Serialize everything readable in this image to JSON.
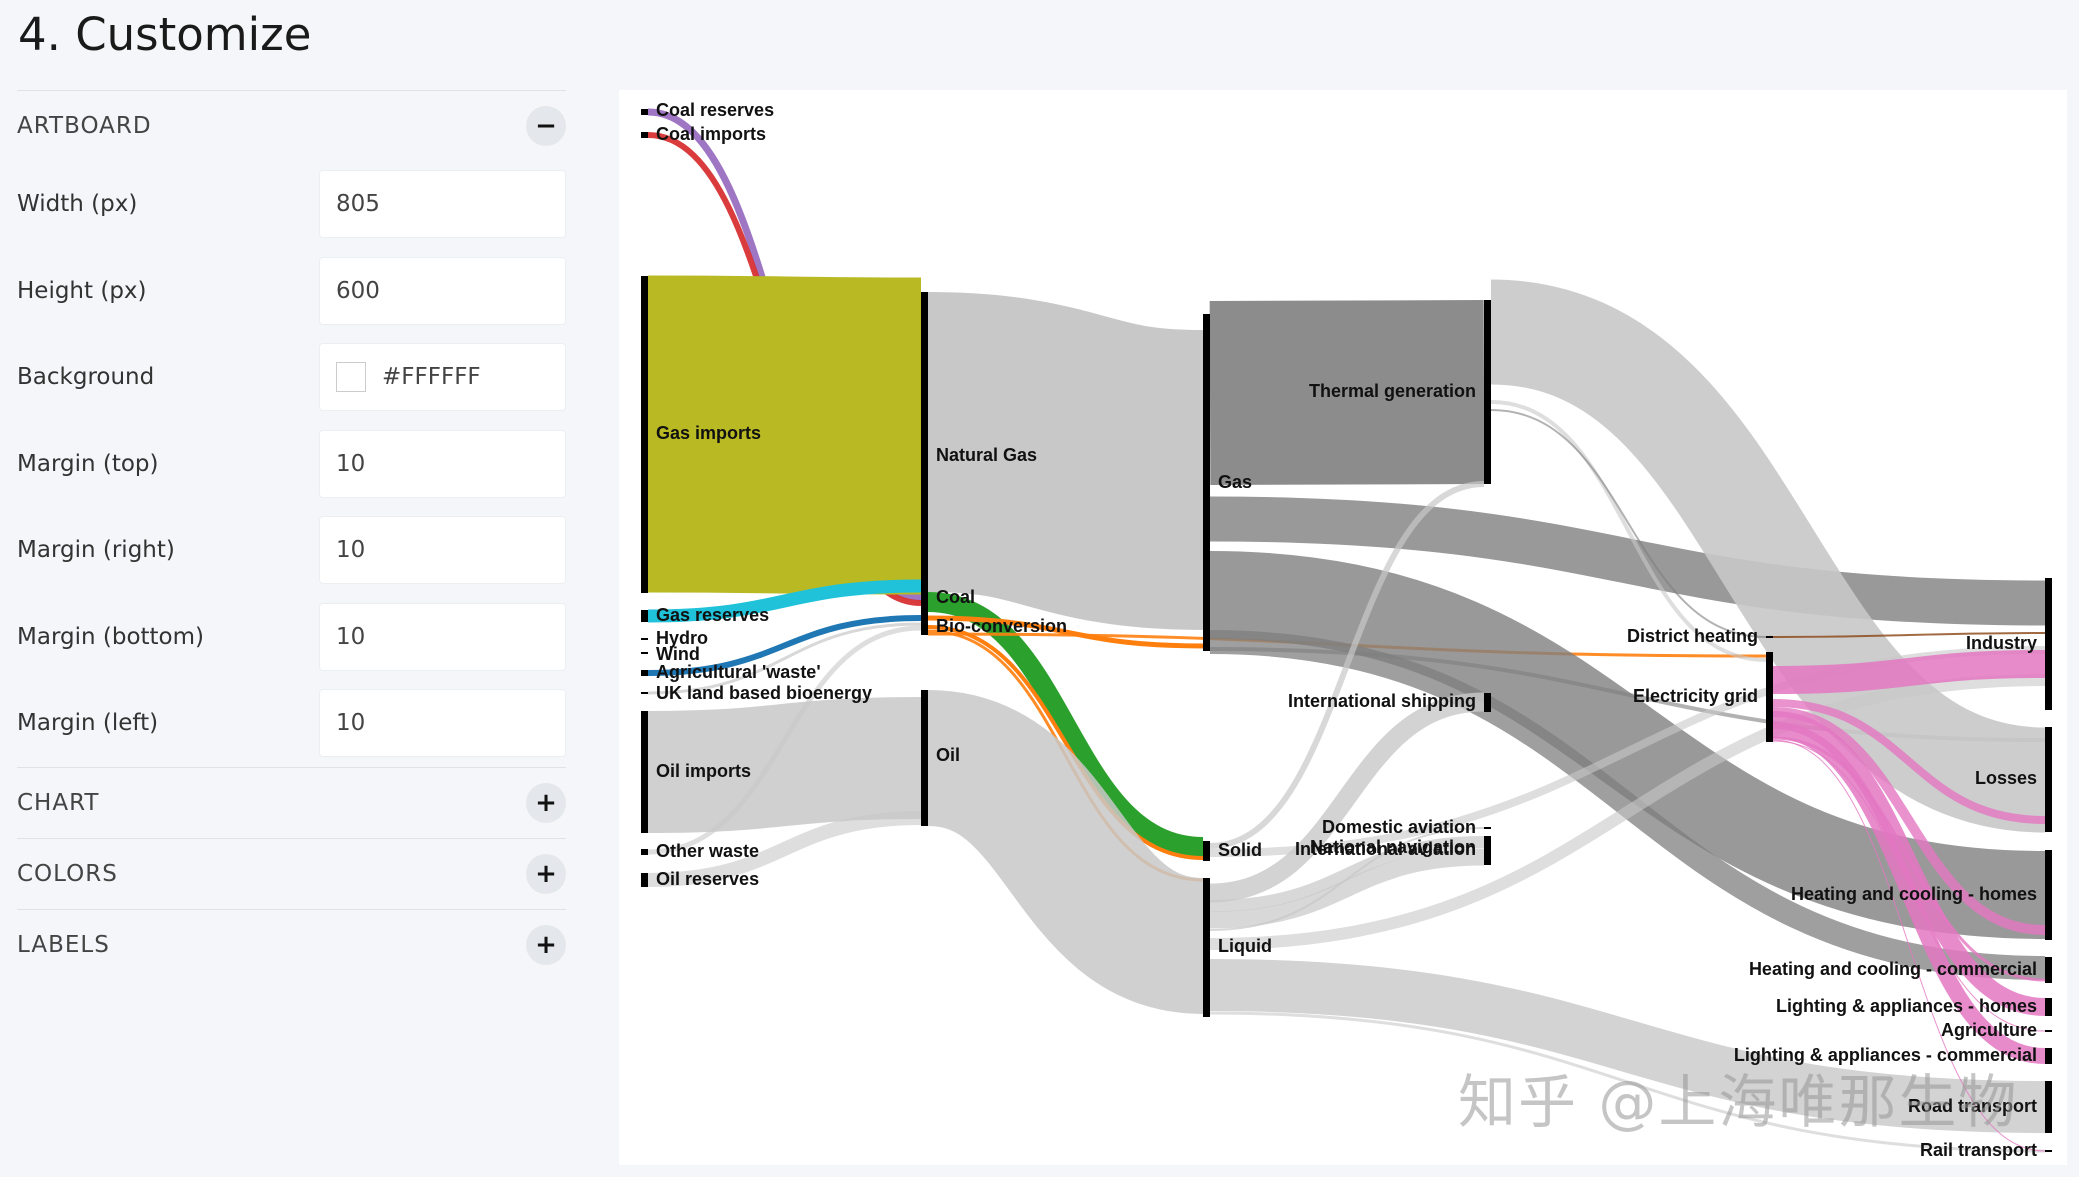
{
  "page": {
    "title": "4. Customize"
  },
  "artboard": {
    "section_label": "ARTBOARD",
    "toggle": "−",
    "fields": [
      {
        "label": "Width (px)",
        "value": "805"
      },
      {
        "label": "Height (px)",
        "value": "600"
      },
      {
        "label": "Background",
        "value": "#FFFFFF"
      },
      {
        "label": "Margin (top)",
        "value": "10"
      },
      {
        "label": "Margin (right)",
        "value": "10"
      },
      {
        "label": "Margin (bottom)",
        "value": "10"
      },
      {
        "label": "Margin (left)",
        "value": "10"
      }
    ]
  },
  "sections": [
    {
      "label": "CHART",
      "toggle": "+"
    },
    {
      "label": "COLORS",
      "toggle": "+"
    },
    {
      "label": "LABELS",
      "toggle": "+"
    }
  ],
  "colors": {
    "background_swatch": "#FFFFFF",
    "panel_bg": "#f4f6f9",
    "gas_imports": "#b9ba23",
    "gas_reserves": "#1fc2d9",
    "coal_reserves": "#9467bd",
    "coal_imports": "#d62728",
    "coal": "#2ca02c",
    "agricultural_waste": "#1f77b4",
    "bio_conversion": "#ff7f0e",
    "electricity": "#e377c2",
    "light_grey": "#c8c8c8",
    "dark_grey": "#7f7f7f"
  },
  "chart_data": {
    "type": "sankey",
    "nodes": [
      "Coal reserves",
      "Coal imports",
      "Gas imports",
      "Gas reserves",
      "Hydro",
      "Wind",
      "Agricultural 'waste'",
      "UK land based bioenergy",
      "Oil imports",
      "Other waste",
      "Oil reserves",
      "Natural Gas",
      "Coal",
      "Bio-conversion",
      "Oil",
      "Gas",
      "Solid",
      "Liquid",
      "Thermal generation",
      "International shipping",
      "Domestic aviation",
      "National navigation",
      "International aviation",
      "District heating",
      "Electricity grid",
      "Industry",
      "Losses",
      "Heating and cooling - homes",
      "Heating and cooling - commercial",
      "Lighting & appliances - homes",
      "Agriculture",
      "Lighting & appliances - commercial",
      "Road transport",
      "Rail transport"
    ]
  },
  "watermark": "知乎 @上海唯那生物"
}
